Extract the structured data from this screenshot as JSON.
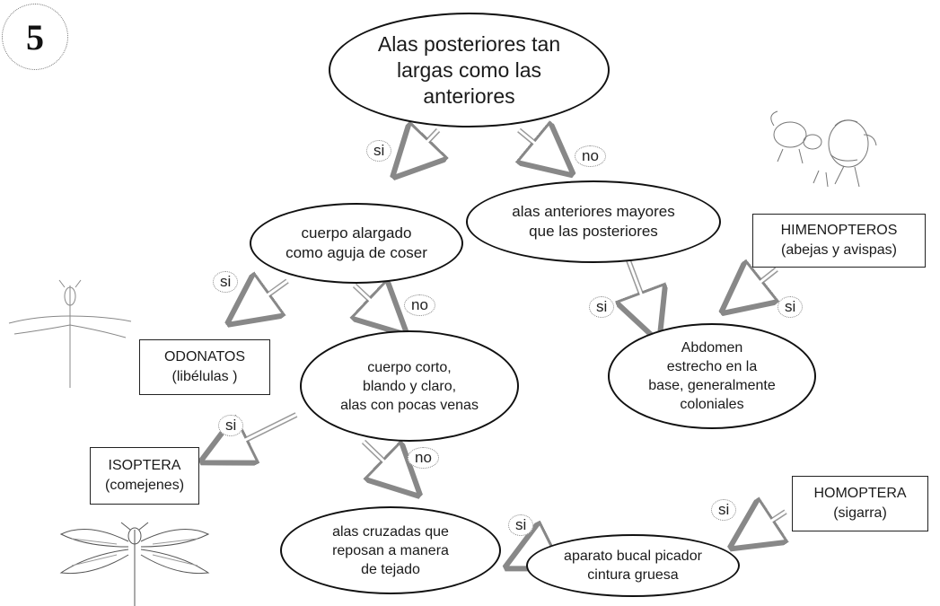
{
  "diagram_number": "5",
  "nodes": {
    "root": "Alas posteriores tan\nlargas como las\nanteriores",
    "alargado": "cuerpo alargado\ncomo aguja de coser",
    "mayores": "alas anteriores mayores\nque las posteriores",
    "corto": "cuerpo corto,\nblando y  claro,\nalas con pocas  venas",
    "abdomen": "Abdomen\nestrecho en la\nbase, generalmente\ncoloniales",
    "cruzadas": "alas cruzadas que\nreposan a manera\nde tejado",
    "bucal": "aparato bucal picador\ncintura gruesa"
  },
  "results": {
    "himenopteros": "HIMENOPTEROS\n(abejas y avispas)",
    "odonatos": "ODONATOS\n(libélulas )",
    "isoptera": "ISOPTERA\n(comejenes)",
    "homoptera": "HOMOPTERA\n(sigarra)"
  },
  "edge_labels": {
    "si": "si",
    "no": "no"
  },
  "illustrations": [
    "bee-and-wasp-illustration",
    "dragonfly-sketch-illustration",
    "termite-illustration"
  ]
}
